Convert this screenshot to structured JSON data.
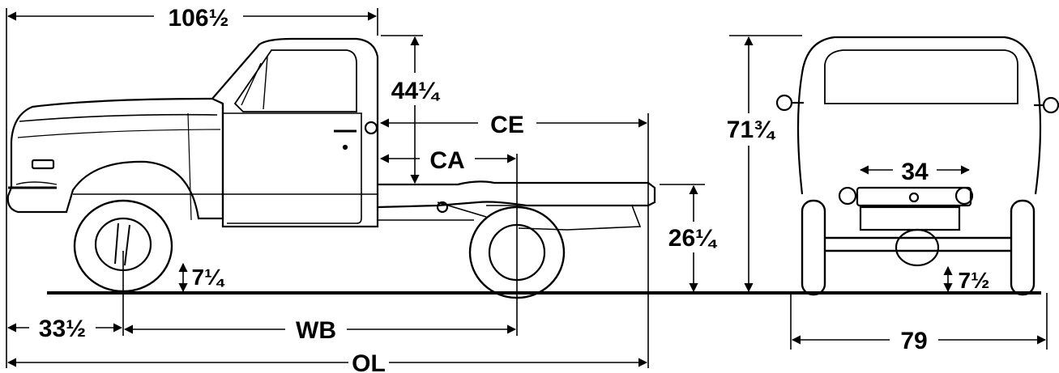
{
  "side_view": {
    "overall_cab_length": "106½",
    "cab_height": "44¼",
    "cab_to_end": "CE",
    "cab_to_axle": "CA",
    "frame_height": "26¼",
    "front_ground_clearance": "7¼",
    "front_overhang": "33½",
    "wheelbase": "WB",
    "overall_length": "OL"
  },
  "rear_view": {
    "overall_height": "71¾",
    "frame_width": "34",
    "rear_ground_clearance": "7½",
    "overall_width": "79"
  }
}
